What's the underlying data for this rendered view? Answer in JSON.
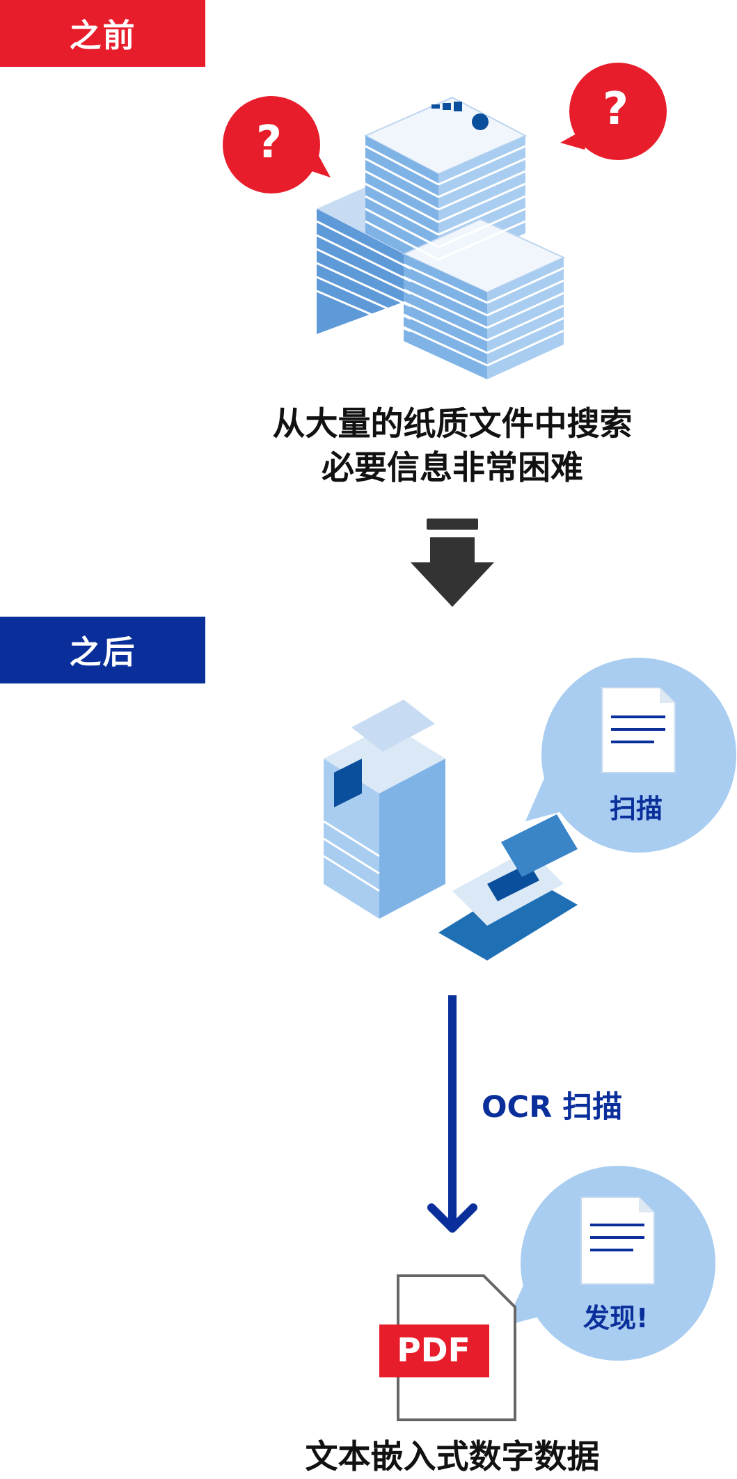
{
  "before": {
    "label": "之前",
    "question_mark": "?",
    "caption_line1": "从大量的纸质文件中搜索",
    "caption_line2": "必要信息非常困难"
  },
  "after": {
    "label": "之后",
    "scan_bubble": "扫描",
    "ocr_label": "OCR 扫描",
    "found_bubble": "发现!",
    "pdf_badge": "PDF",
    "caption": "文本嵌入式数字数据"
  },
  "colors": {
    "before_red": "#e81d2b",
    "after_blue": "#0a2f9b",
    "arrow_gray": "#333333",
    "bubble_blue": "#a9cdf0",
    "paper_blue": "#7fb3e6"
  }
}
